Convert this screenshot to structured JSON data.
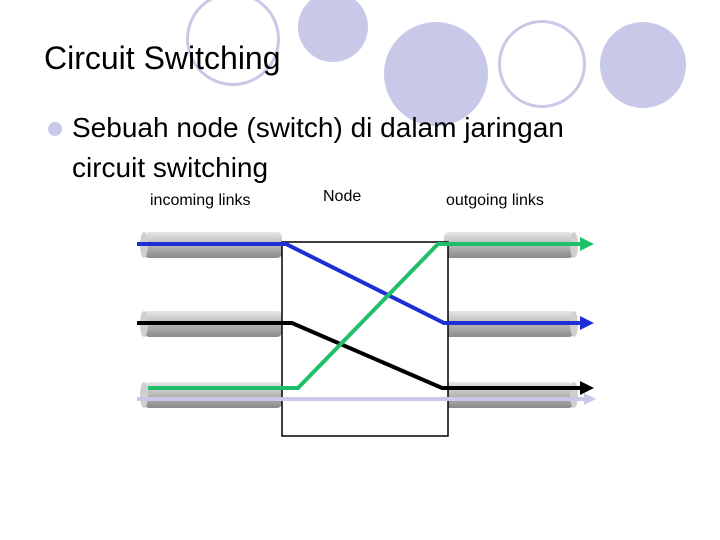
{
  "slide": {
    "title": "Circuit Switching",
    "bullet_line1": "Sebuah node (switch) di dalam jaringan",
    "bullet_line2": "circuit switching"
  },
  "diagram": {
    "incoming_label": "incoming links",
    "node_label": "Node",
    "outgoing_label": "outgoing links"
  },
  "colors": {
    "accent": "#c8c8e8",
    "blue_circuit": "#1f2fd6",
    "green_circuit": "#1fbf6a",
    "black_circuit": "#000000",
    "cable_gray": "#a8a8a8"
  }
}
